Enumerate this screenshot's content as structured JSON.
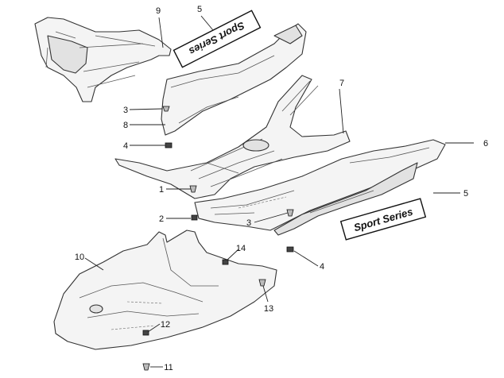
{
  "diagram": {
    "decal_text": "Sport Series",
    "callouts": {
      "c9": "9",
      "c5_top": "5",
      "c3_left": "3",
      "c8": "8",
      "c4_left": "4",
      "c7": "7",
      "c6": "6",
      "c1": "1",
      "c5_right": "5",
      "c2": "2",
      "c3_right": "3",
      "c10": "10",
      "c14": "14",
      "c4_right": "4",
      "c13": "13",
      "c12": "12",
      "c11": "11"
    }
  }
}
